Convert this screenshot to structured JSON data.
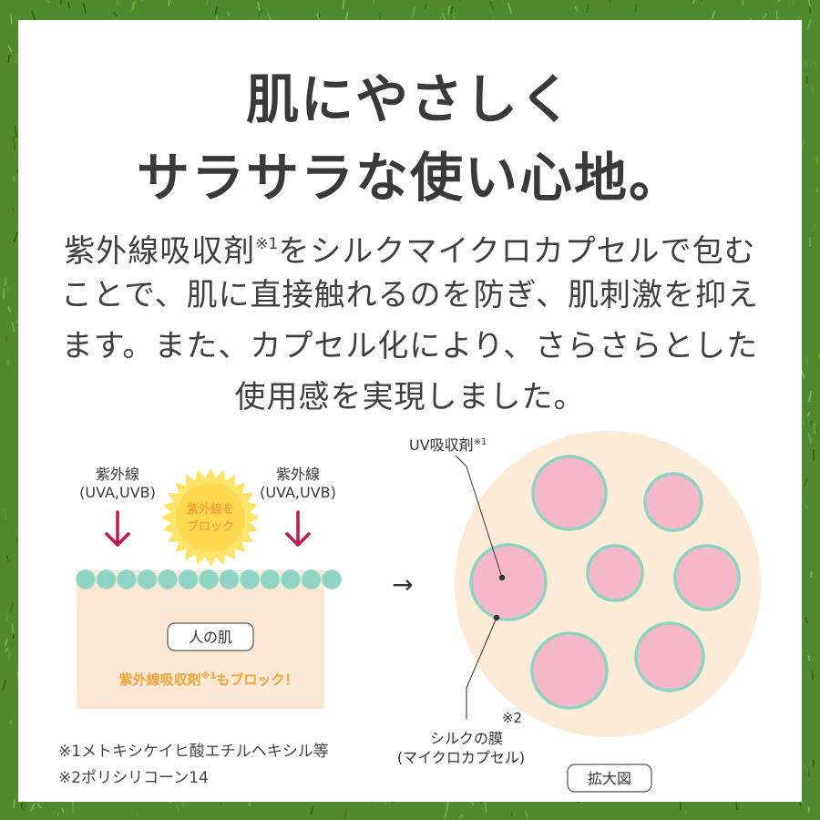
{
  "headline": {
    "line1": "肌にやさしく",
    "line2": "サラサラな使い心地。"
  },
  "description": {
    "line1_before": "紫外線吸収剤",
    "line1_sup": "※1",
    "line1_after": "をシルクマイクロカプセルで包む",
    "line2": "ことで、肌に直接触れるのを防ぎ、肌刺激を抑え",
    "line3": "ます。また、カプセル化により、さらさらとした",
    "line4": "使用感を実現しました。"
  },
  "left_diagram": {
    "uv_label_left_1": "紫外線",
    "uv_label_left_2": "(UVA,UVB)",
    "uv_label_right_1": "紫外線",
    "uv_label_right_2": "(UVA,UVB)",
    "sun_badge_1": "紫外線を",
    "sun_badge_2": "ブロック",
    "skin_label": "人の肌",
    "block_text_before": "紫外線吸収剤",
    "block_text_sup": "※1",
    "block_text_after": "もブロック！"
  },
  "arrow_glyph": "→",
  "right_diagram": {
    "uv_absorber_label": "UV吸収剤",
    "uv_absorber_sup": "※1",
    "note2_mark": "※2",
    "silk_label_1": "シルクの膜",
    "silk_label_2": "(マイクロカプセル)",
    "zoom_label": "拡大図"
  },
  "footnotes": {
    "note1": "※1メトキシケイヒ酸エチルヘキシル等",
    "note2": "※2ポリシリコーン14"
  },
  "colors": {
    "grass": "#4f8a2e",
    "text": "#3a3a3a",
    "capsule_fill": "#f8b8cc",
    "capsule_ring": "#8fd4c2",
    "zoom_bg": "#fcebd6",
    "skin": "#fbe7d3",
    "arrow": "#c2174b",
    "sun": "#fde36a",
    "accent_text": "#f2a53a"
  }
}
